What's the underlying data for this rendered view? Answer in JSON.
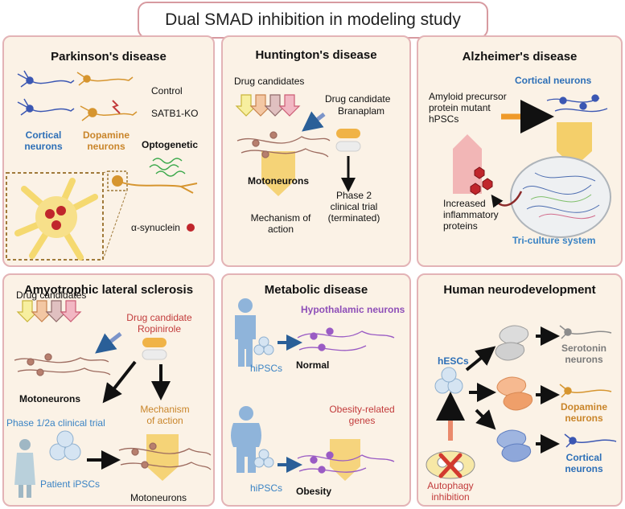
{
  "title": "Dual SMAD inhibition in modeling study",
  "panels": {
    "pd": {
      "title": "Parkinson's disease",
      "control": "Control",
      "satb1": "SATB1-KO",
      "cortical": "Cortical\nneurons",
      "dopamine": "Dopamine\nneurons",
      "optogenetic": "Optogenetic",
      "synuclein": "α-synuclein"
    },
    "hd": {
      "title": "Huntington's disease",
      "drug_candidates": "Drug candidates",
      "drug_candidate": "Drug candidate",
      "branaplam": "Branaplam",
      "motoneurons": "Motoneurons",
      "phase2": "Phase 2\nclinical trial\n(terminated)",
      "mechanism": "Mechanism of\naction"
    },
    "ad": {
      "title": "Alzheimer's disease",
      "cortical": "Cortical neurons",
      "app": "Amyloid precursor\nprotein mutant\nhPSCs",
      "inflammatory": "Increased\ninflammatory\nproteins",
      "triculture": "Tri-culture system"
    },
    "als": {
      "title": "Amyotrophic lateral sclerosis",
      "drug_candidates": "Drug candidates",
      "drug_candidate": "Drug candidate\nRopinirole",
      "motoneurons": "Motoneurons",
      "mechanism": "Mechanism\nof action",
      "phase": "Phase 1/2a clinical trial",
      "patient": "Patient iPSCs",
      "motoneurons2": "Motoneurons"
    },
    "met": {
      "title": "Metabolic disease",
      "hypothalamic": "Hypothalamic neurons",
      "hipscs1": "hiPSCs",
      "normal": "Normal",
      "obesity_genes": "Obesity-related\ngenes",
      "hipscs2": "hiPSCs",
      "obesity": "Obesity"
    },
    "hn": {
      "title": "Human neurodevelopment",
      "hescs": "hESCs",
      "serotonin": "Serotonin\nneurons",
      "dopamine": "Dopamine\nneurons",
      "cortical": "Cortical\nneurons",
      "autophagy": "Autophagy\ninhibition"
    }
  },
  "colors": {
    "panel_bg": "#fbf2e6",
    "panel_border": "#e3b3b6",
    "cortical_blue": "#2d6fb7",
    "dopamine_gold": "#c9852a",
    "hypothalamic_purple": "#8e4fb8",
    "alert_red": "#c23b3b"
  }
}
